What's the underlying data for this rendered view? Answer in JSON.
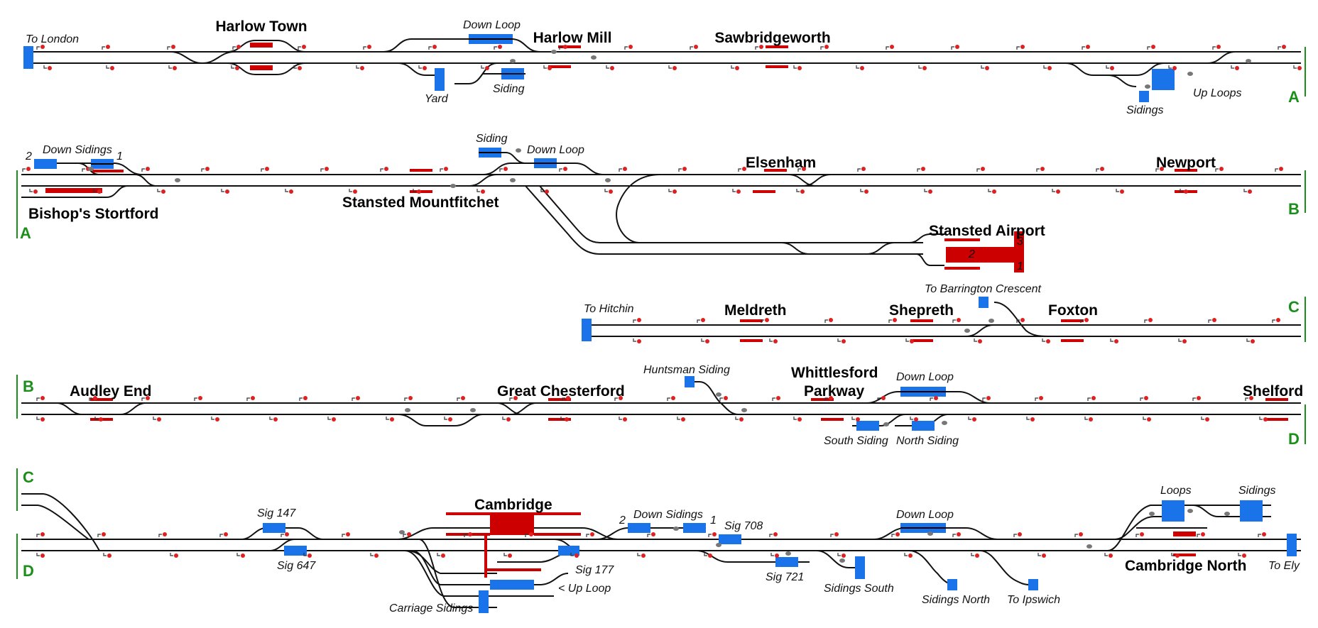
{
  "colors": {
    "track": "#111111",
    "platform": "#cc0000",
    "siding_block": "#1a73e8",
    "signal": "#e02020",
    "connector": "#1a8f1a",
    "points": "#777777"
  },
  "sections": [
    {
      "id": "row1",
      "stations": [
        "Harlow Town",
        "Harlow Mill",
        "Sawbridgeworth"
      ],
      "labels": [
        "To London",
        "Down Loop",
        "Yard",
        "Siding",
        "Sidings",
        "Up Loops"
      ],
      "connector": "A"
    },
    {
      "id": "row2",
      "stations": [
        "Bishop's Stortford",
        "Stansted Mountfitchet",
        "Elsenham",
        "Newport",
        "Stansted Airport"
      ],
      "labels": [
        "Down Sidings",
        "Siding",
        "Down Loop"
      ],
      "numbers": [
        "2",
        "1"
      ],
      "airport_platforms": [
        "3",
        "2",
        "1"
      ],
      "connectors": [
        "A",
        "B"
      ]
    },
    {
      "id": "row3",
      "stations": [
        "Meldreth",
        "Shepreth",
        "Foxton"
      ],
      "labels": [
        "To Hitchin",
        "To Barrington Crescent"
      ],
      "connector": "C"
    },
    {
      "id": "row4",
      "stations": [
        "Audley End",
        "Great Chesterford",
        "Whittlesford",
        "Parkway",
        "Shelford"
      ],
      "labels": [
        "Huntsman Siding",
        "Down Loop",
        "South Siding",
        "North Siding"
      ],
      "connectors": [
        "B",
        "D"
      ]
    },
    {
      "id": "row5",
      "stations": [
        "Cambridge",
        "Cambridge North"
      ],
      "labels": [
        "Sig 147",
        "Sig 647",
        "Down Sidings",
        "Sig 708",
        "Sig 177",
        "< Up Loop",
        "Carriage Sidings",
        "Sig 721",
        "Sidings South",
        "Down Loop",
        "Sidings North",
        "To Ipswich",
        "Loops",
        "Sidings",
        "To Ely"
      ],
      "numbers": [
        "2",
        "1"
      ],
      "connectors": [
        "C",
        "D"
      ]
    }
  ]
}
